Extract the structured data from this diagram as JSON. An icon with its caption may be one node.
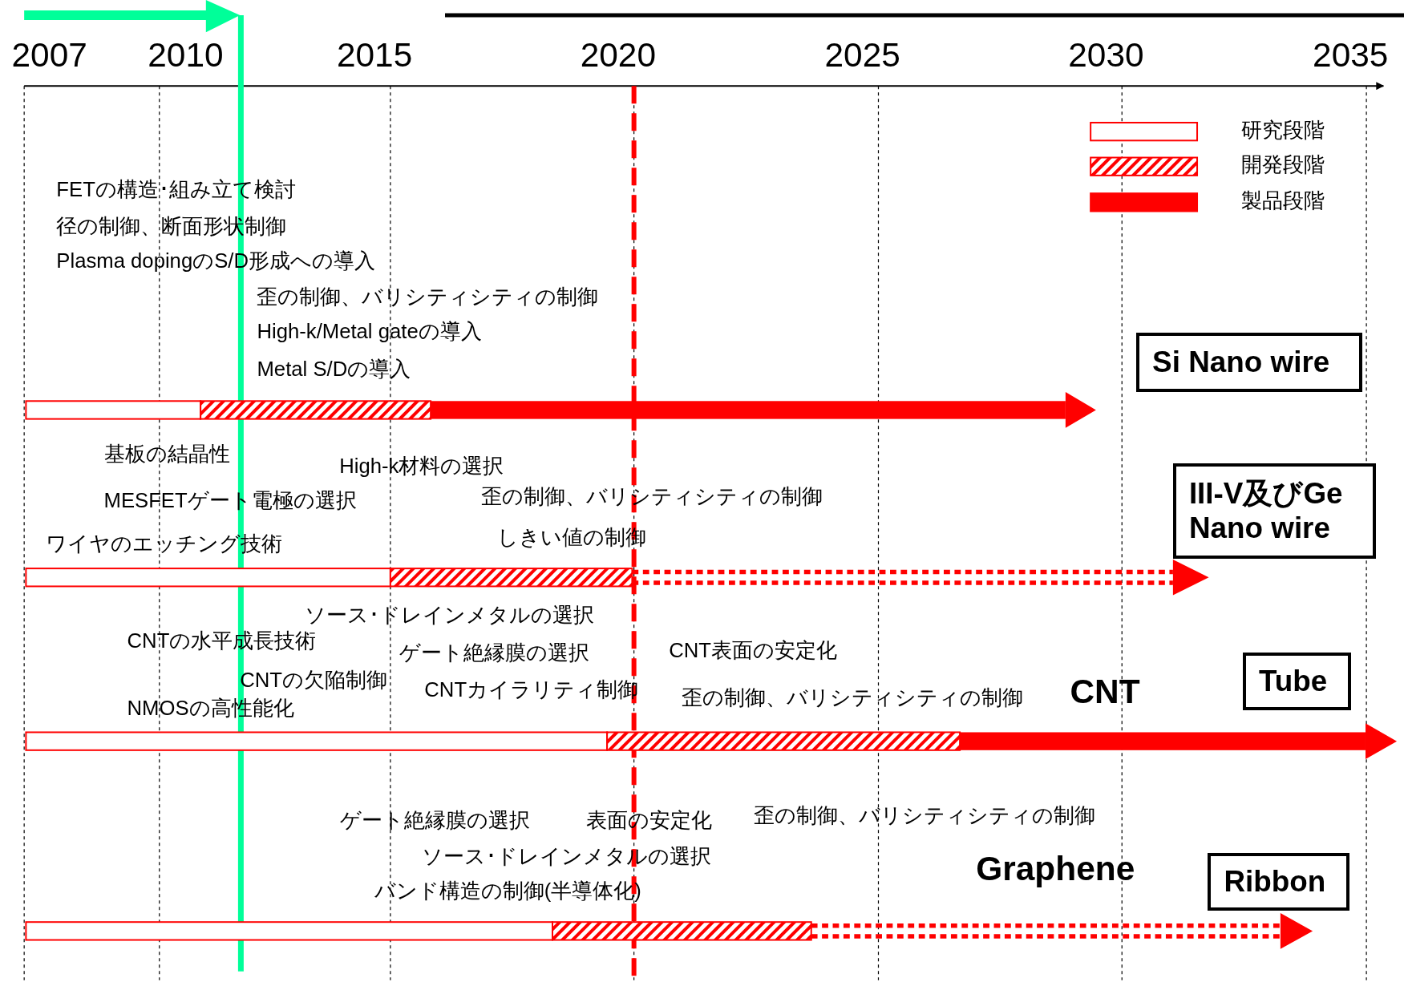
{
  "diagram": {
    "nodes": [
      {
        "text": [
          "Si Nano wire"
        ]
      },
      {
        "text": [
          "III-V及びGe Nano wire"
        ]
      },
      {
        "text": [
          "Tube"
        ]
      },
      {
        "text": [
          "Ribbon"
        ]
      }
    ],
    "edges": [],
    "labels": [
      "2007",
      "2010",
      "2015",
      "2020",
      "2025",
      "2030",
      "2035",
      "FETの構造･組み立て検討",
      "径の制御、断面形状制御",
      "Plasma dopingのS/D形成への導入",
      "歪の制御、バリシティシティの制御",
      "High-k/Metal gateの導入",
      "Metal S/Dの導入",
      "基板の結晶性",
      "High-k材料の選択",
      "MESFETゲート電極の選択",
      "歪の制御、バリシティシティの制御",
      "ワイヤのエッチング技術",
      "しきい値の制御",
      "ソース･ドレインメタルの選択",
      "CNTの水平成長技術",
      "ゲート絶縁膜の選択",
      "CNT表面の安定化",
      "CNTの欠陥制御",
      "CNTカイラリティ制御",
      "歪の制御、バリシティシティの制御",
      "NMOSの高性能化",
      "CNT",
      "ゲート絶縁膜の選択",
      "表面の安定化",
      "歪の制御、バリシティシティの制御",
      "ソース･ドレインメタルの選択",
      "バンド構造の制御(半導体化)",
      "Graphene"
    ],
    "legend": [
      {
        "text": "研究段階"
      },
      {
        "text": "開発段階"
      },
      {
        "text": "製品段階",
        "color": "#ff0000"
      }
    ]
  }
}
